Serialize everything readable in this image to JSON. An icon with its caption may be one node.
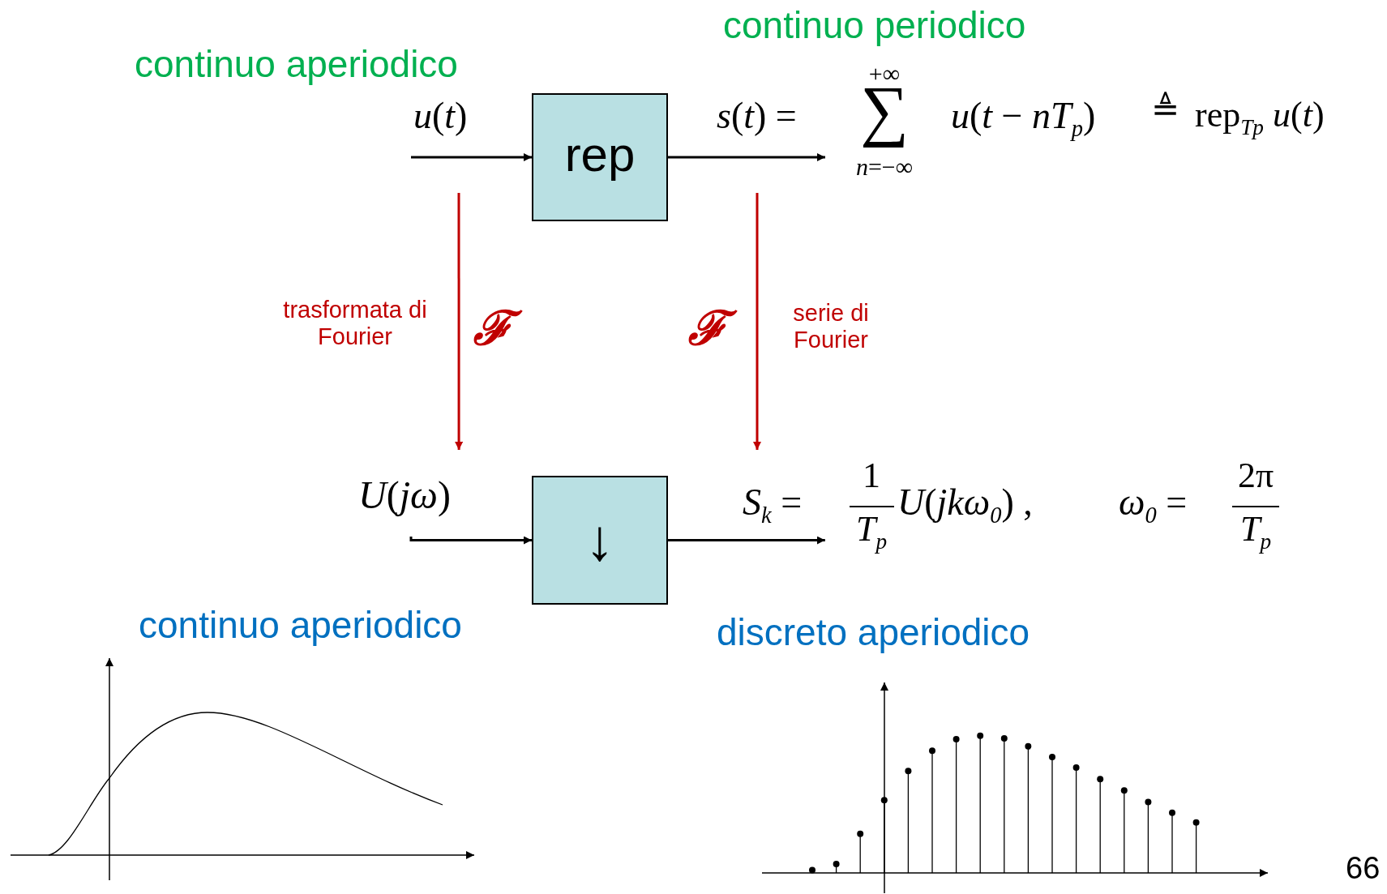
{
  "diagram": {
    "nodes": [
      {
        "text": [
          "rep"
        ]
      },
      {
        "text": [
          "↓"
        ]
      },
      {
        "text": [
          "*u*(*t*)"
        ]
      },
      {
        "text": [
          "*s*(*t*) =",
          "+∞",
          "∑",
          "*n*=−∞",
          "*u*(*t* − *nT*$_{p}$)",
          "≜",
          "rep$_{Tp}$ *u*(*t*)"
        ]
      },
      {
        "text": [
          "*U*(*jω*)"
        ]
      },
      {
        "text": [
          "*S*$_{k}$ =",
          "1",
          "*T*$_{p}$",
          "*U*(*jkω*$_{0}$) ,",
          "*ω*$_{0}$ =",
          "2π",
          "*T*$_{p}$"
        ]
      }
    ],
    "edges": [
      {
        "from": 2,
        "to": 0,
        "arrow": "to"
      },
      {
        "from": 0,
        "to": 3,
        "arrow": "to"
      },
      {
        "from": 4,
        "to": 1,
        "arrow": "to"
      },
      {
        "from": 1,
        "to": 5,
        "arrow": "to"
      },
      {
        "from": 2,
        "to": 4,
        "arrow": "to",
        "label": "trasformata di Fourier",
        "color": "#c00000"
      },
      {
        "from": 3,
        "to": 5,
        "arrow": "to",
        "label": "serie di Fourier",
        "color": "#c00000"
      }
    ],
    "labels": [
      "continuo periodico",
      "continuo aperiodico",
      "ℱ",
      "ℱ",
      "continuo aperiodico",
      "discreto aperiodico",
      "66"
    ]
  }
}
